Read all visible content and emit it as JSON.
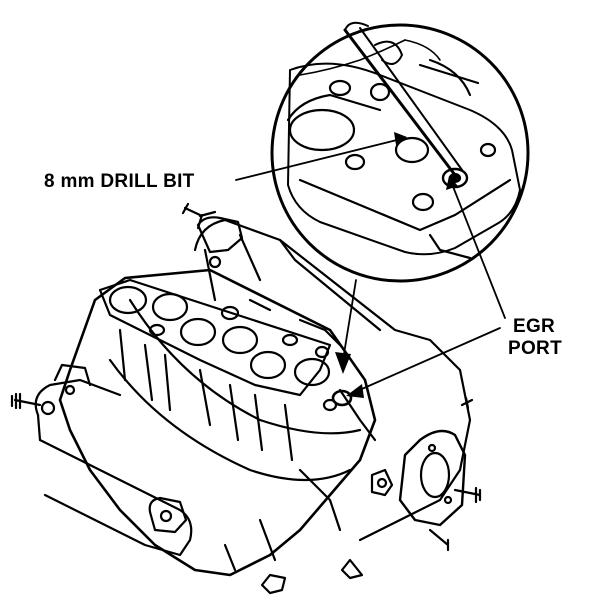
{
  "figure": {
    "subject_icon": "intake-manifest-illustration",
    "line_color": "#000000",
    "background": "#ffffff"
  },
  "callouts": {
    "drill_bit": "8 mm DRILL BIT",
    "egr_port_line1": "EGR",
    "egr_port_line2": "PORT"
  }
}
